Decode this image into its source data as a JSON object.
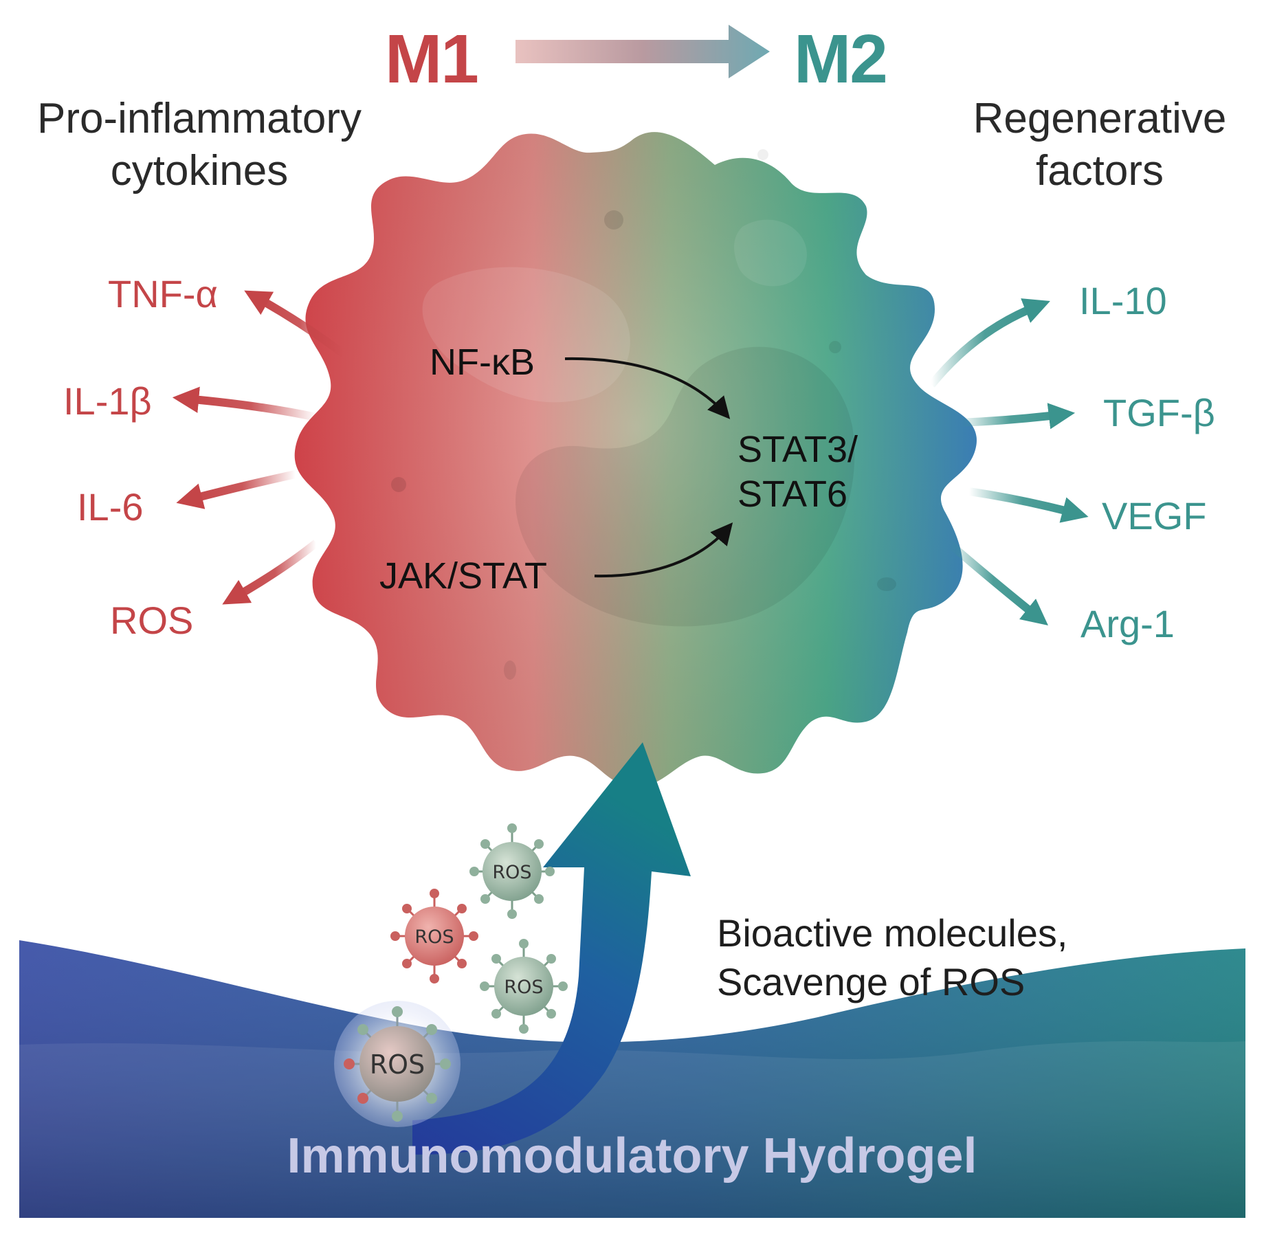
{
  "title": {
    "from": "M1",
    "to": "M2"
  },
  "left": {
    "category_line1": "Pro-inflammatory",
    "category_line2": "cytokines",
    "items": [
      "TNF-α",
      "IL-1β",
      "IL-6",
      "ROS"
    ]
  },
  "right": {
    "category_line1": "Regenerative",
    "category_line2": "factors",
    "items": [
      "IL-10",
      "TGF-β",
      "VEGF",
      "Arg-1"
    ]
  },
  "pathways": {
    "source_a": "NF-κB",
    "source_b": "JAK/STAT",
    "target_line1": "STAT3/",
    "target_line2": "STAT6"
  },
  "ros_particle_label": "ROS",
  "mechanism": {
    "line1": "Bioactive molecules,",
    "line2": "Scavenge of ROS"
  },
  "hydrogel_label": "Immunomodulatory Hydrogel",
  "colors": {
    "m1_red": "#c44548",
    "m2_teal": "#3b948e",
    "hydrogel_blue": "#2a3f9c",
    "hydrogel_teal": "#1a7d7f"
  }
}
